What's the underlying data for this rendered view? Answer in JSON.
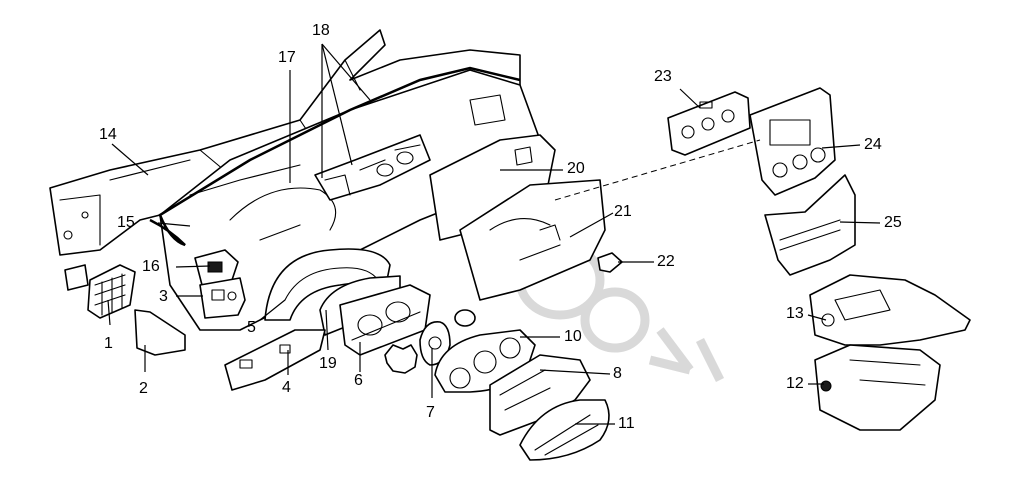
{
  "diagram": {
    "callouts": [
      {
        "id": "c1",
        "label": "1"
      },
      {
        "id": "c2",
        "label": "2"
      },
      {
        "id": "c3",
        "label": "3"
      },
      {
        "id": "c4",
        "label": "4"
      },
      {
        "id": "c5",
        "label": "5"
      },
      {
        "id": "c6",
        "label": "6"
      },
      {
        "id": "c7",
        "label": "7"
      },
      {
        "id": "c8",
        "label": "8"
      },
      {
        "id": "c10",
        "label": "10"
      },
      {
        "id": "c11",
        "label": "11"
      },
      {
        "id": "c12",
        "label": "12"
      },
      {
        "id": "c13",
        "label": "13"
      },
      {
        "id": "c14",
        "label": "14"
      },
      {
        "id": "c15",
        "label": "15"
      },
      {
        "id": "c16",
        "label": "16"
      },
      {
        "id": "c17",
        "label": "17"
      },
      {
        "id": "c18",
        "label": "18"
      },
      {
        "id": "c19",
        "label": "19"
      },
      {
        "id": "c20",
        "label": "20"
      },
      {
        "id": "c21",
        "label": "21"
      },
      {
        "id": "c22",
        "label": "22"
      },
      {
        "id": "c23",
        "label": "23"
      },
      {
        "id": "c24",
        "label": "24"
      },
      {
        "id": "c25",
        "label": "25"
      }
    ]
  }
}
